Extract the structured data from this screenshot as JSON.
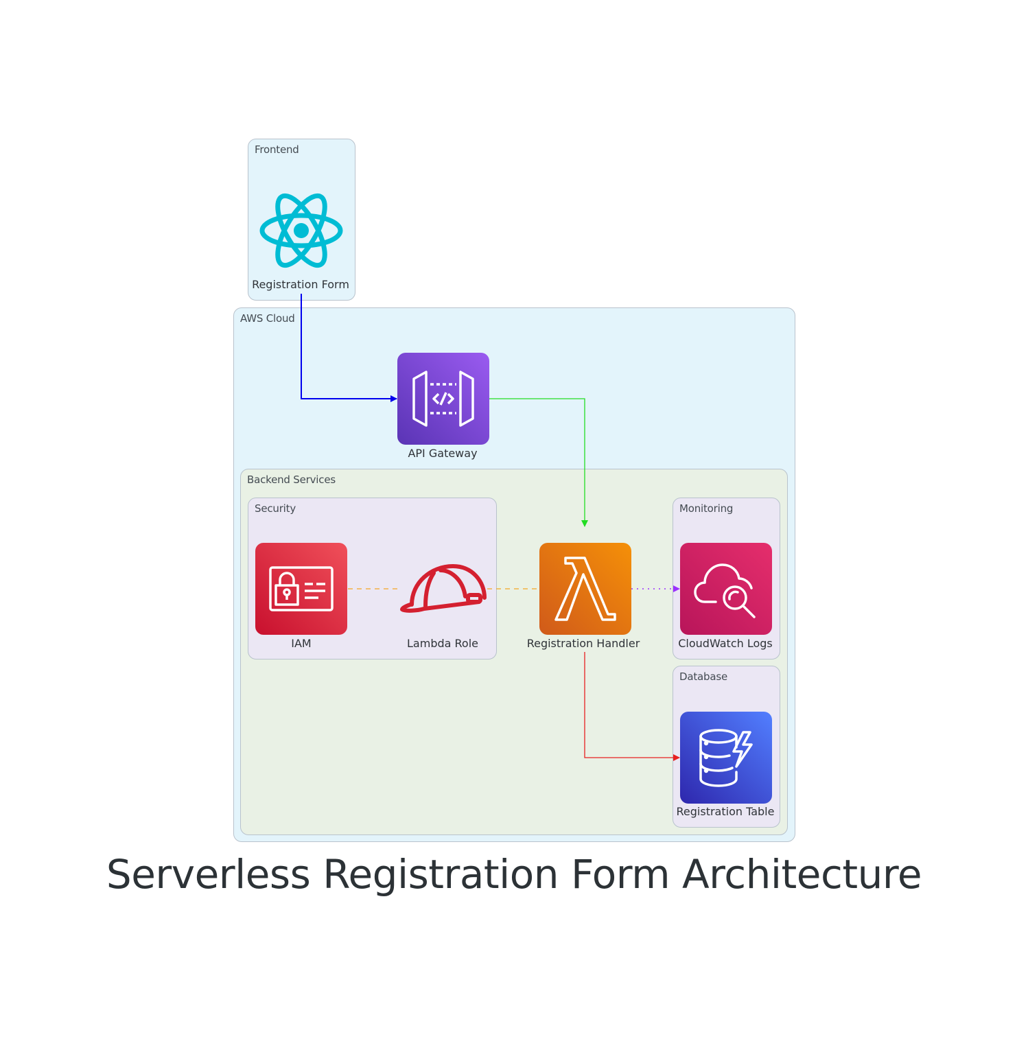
{
  "title": "Serverless Registration Form Architecture",
  "clusters": {
    "frontend": "Frontend",
    "aws_cloud": "AWS Cloud",
    "backend": "Backend Services",
    "security": "Security",
    "monitoring": "Monitoring",
    "database": "Database"
  },
  "nodes": {
    "registration_form": {
      "label": "Registration Form",
      "icon": "react-icon"
    },
    "api_gateway": {
      "label": "API Gateway",
      "icon": "api-gateway-icon"
    },
    "iam": {
      "label": "IAM",
      "icon": "iam-icon"
    },
    "lambda_role": {
      "label": "Lambda Role",
      "icon": "role-helmet-icon"
    },
    "registration_handler": {
      "label": "Registration Handler",
      "icon": "lambda-icon"
    },
    "cloudwatch_logs": {
      "label": "CloudWatch Logs",
      "icon": "cloudwatch-icon"
    },
    "registration_table": {
      "label": "Registration Table",
      "icon": "dynamodb-icon"
    }
  },
  "edges": [
    {
      "from": "registration_form",
      "to": "api_gateway",
      "color": "#0000ee",
      "style": "solid"
    },
    {
      "from": "api_gateway",
      "to": "registration_handler",
      "color": "#22dd22",
      "style": "solid"
    },
    {
      "from": "iam",
      "to": "lambda_role",
      "color": "#f5a623",
      "style": "dashed"
    },
    {
      "from": "lambda_role",
      "to": "registration_handler",
      "color": "#f5a623",
      "style": "dashed"
    },
    {
      "from": "registration_handler",
      "to": "cloudwatch_logs",
      "color": "#9b30ff",
      "style": "dotted"
    },
    {
      "from": "registration_handler",
      "to": "registration_table",
      "color": "#e82020",
      "style": "solid"
    }
  ],
  "colors": {
    "frontend_bg": "#e3f4fb",
    "aws_bg": "#e3f4fb",
    "backend_bg": "#e9f1e5",
    "group_bg": "#ebe7f4"
  }
}
